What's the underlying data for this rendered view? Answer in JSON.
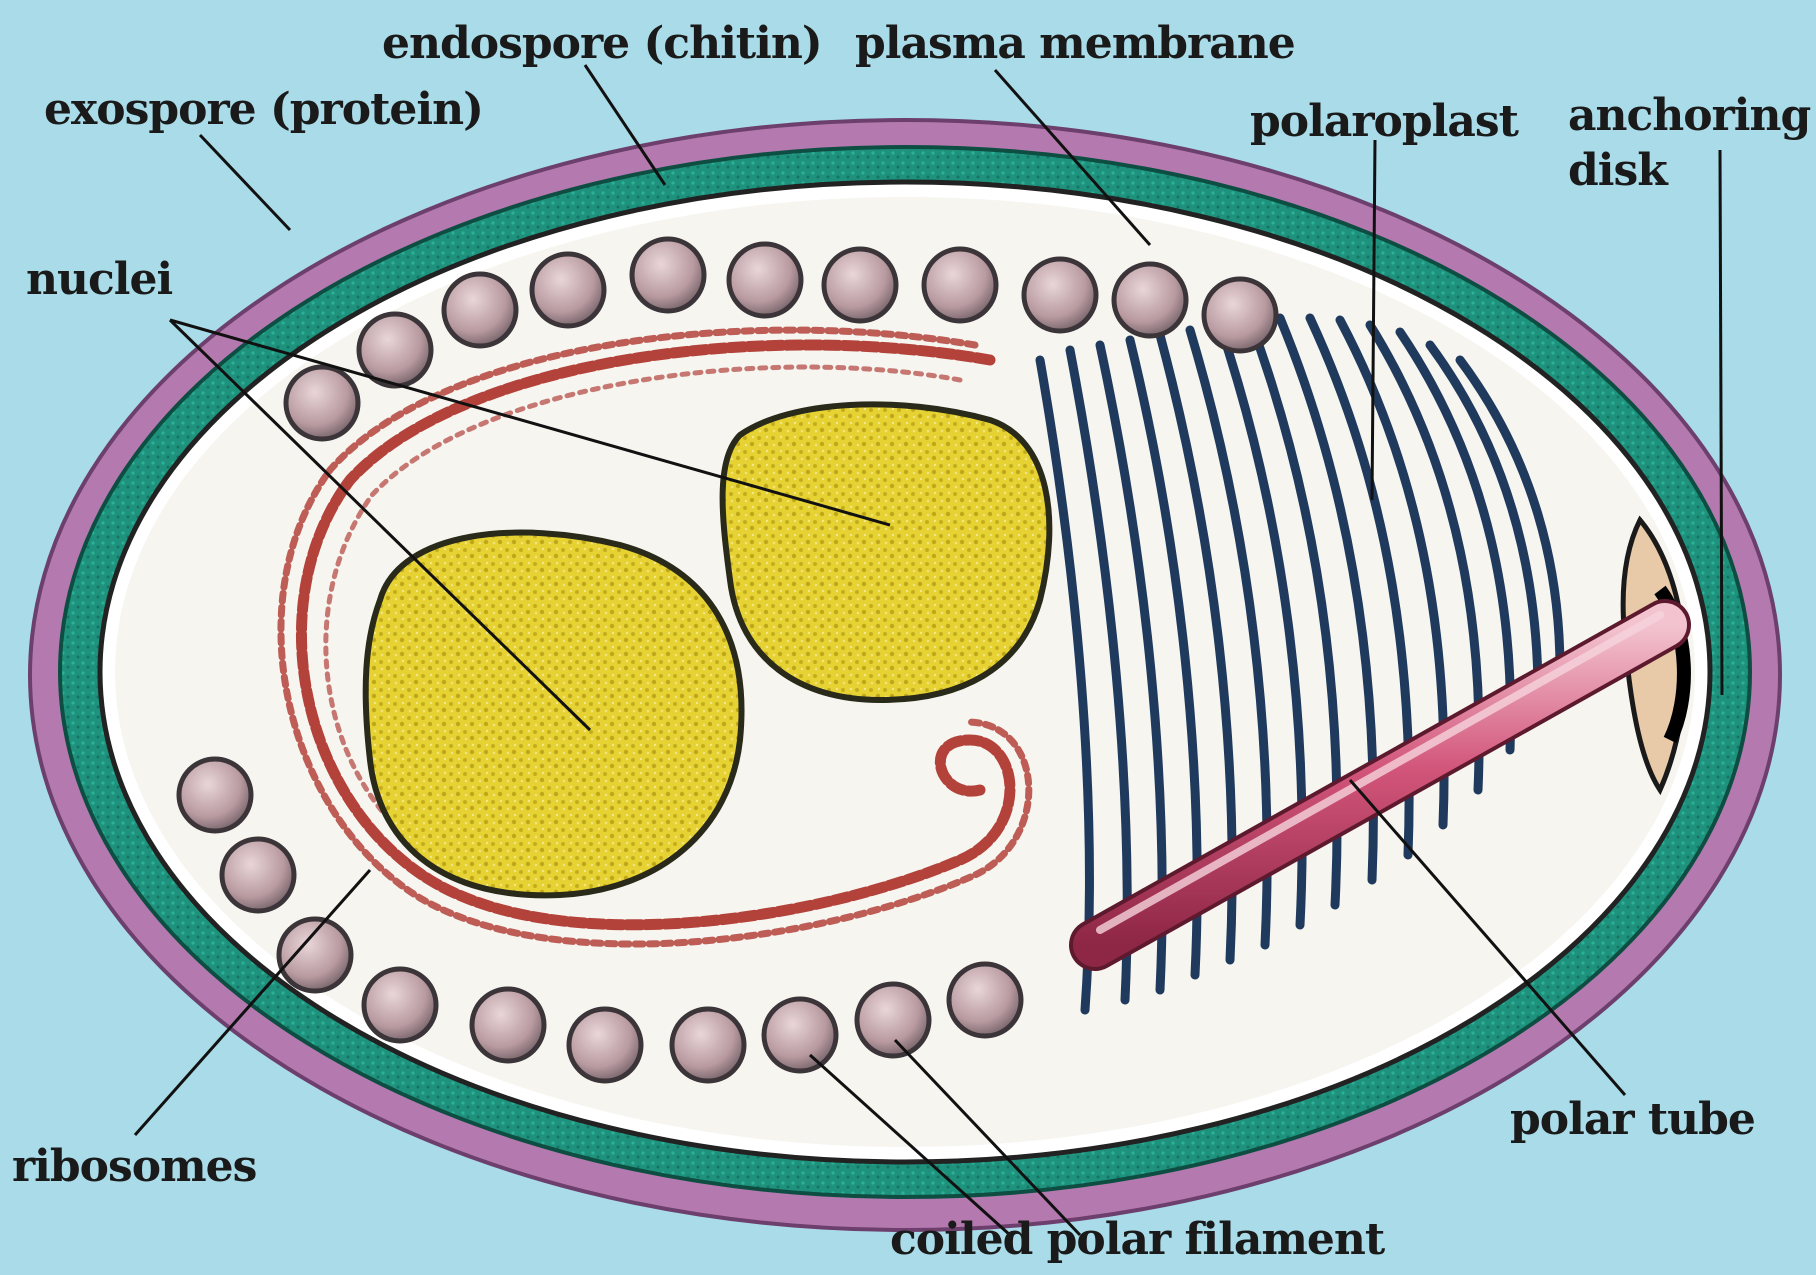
{
  "colors": {
    "background": "#a9dbe8",
    "outer_rim": "#b47ab0",
    "exospore": "#1d8f7a",
    "cytoplasm": "#f7f6f1",
    "nucleus": "#e3cd2f",
    "ribosome": "#b99aa0",
    "filament_red": "#b3423a",
    "polaroplast": "#1f3a5c",
    "polar_tube": "#c0395f"
  },
  "labels": {
    "endospore": "endospore (chitin)",
    "plasma_membrane": "plasma membrane",
    "exospore": "exospore (protein)",
    "polaroplast": "polaroplast",
    "anchoring_disk": "anchoring disk",
    "nuclei": "nuclei",
    "polar_tube": "polar tube",
    "ribosomes": "ribosomes",
    "coiled_polar_filament": "coiled polar filament"
  }
}
